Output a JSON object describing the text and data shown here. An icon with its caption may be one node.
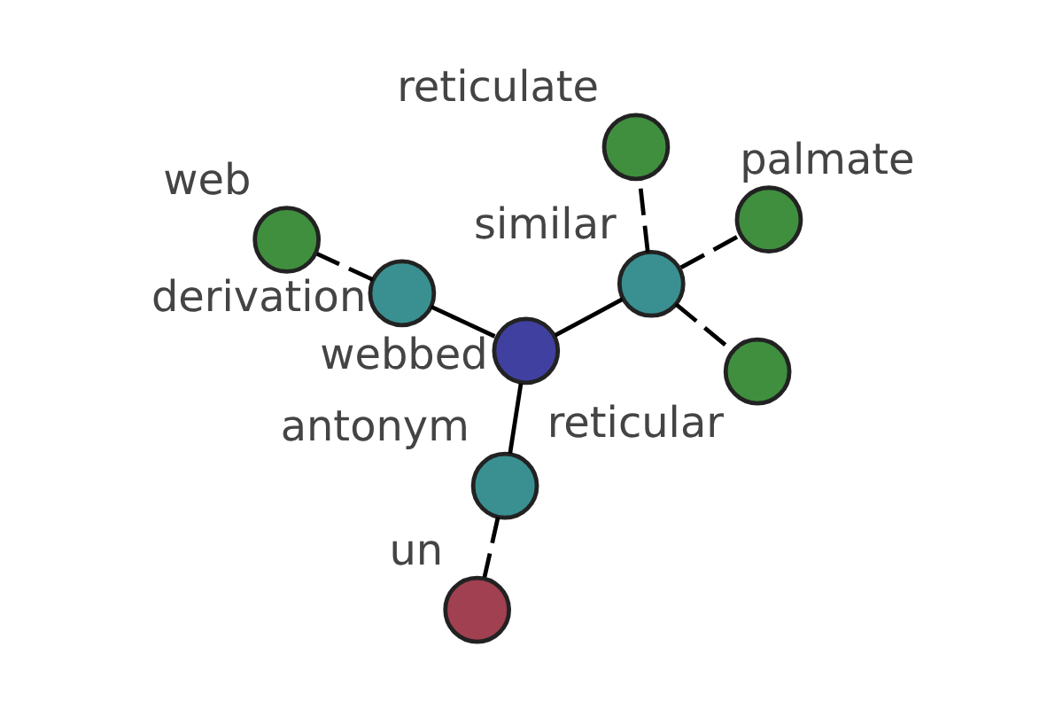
{
  "diagram": {
    "nodes": [
      {
        "text": [
          "un"
        ]
      },
      {
        "text": [
          "antonym"
        ]
      },
      {
        "text": [
          "web"
        ]
      },
      {
        "text": [
          "derivation"
        ]
      },
      {
        "text": [
          "webbed"
        ]
      },
      {
        "text": [
          "similar"
        ]
      },
      {
        "text": [
          "reticular"
        ]
      },
      {
        "text": [
          "reticulate"
        ]
      },
      {
        "text": [
          "palmate"
        ]
      }
    ],
    "edges": [
      {
        "from": 4,
        "to": 1,
        "arrow": "none"
      },
      {
        "from": 1,
        "to": 0,
        "arrow": "none",
        "style": "dashed"
      },
      {
        "from": 4,
        "to": 3,
        "arrow": "none"
      },
      {
        "from": 3,
        "to": 2,
        "arrow": "none",
        "style": "dashed"
      },
      {
        "from": 4,
        "to": 5,
        "arrow": "none"
      },
      {
        "from": 5,
        "to": 6,
        "arrow": "none",
        "style": "dashed"
      },
      {
        "from": 5,
        "to": 7,
        "arrow": "none",
        "style": "dashed"
      },
      {
        "from": 5,
        "to": 8,
        "arrow": "none",
        "style": "dashed"
      }
    ]
  }
}
